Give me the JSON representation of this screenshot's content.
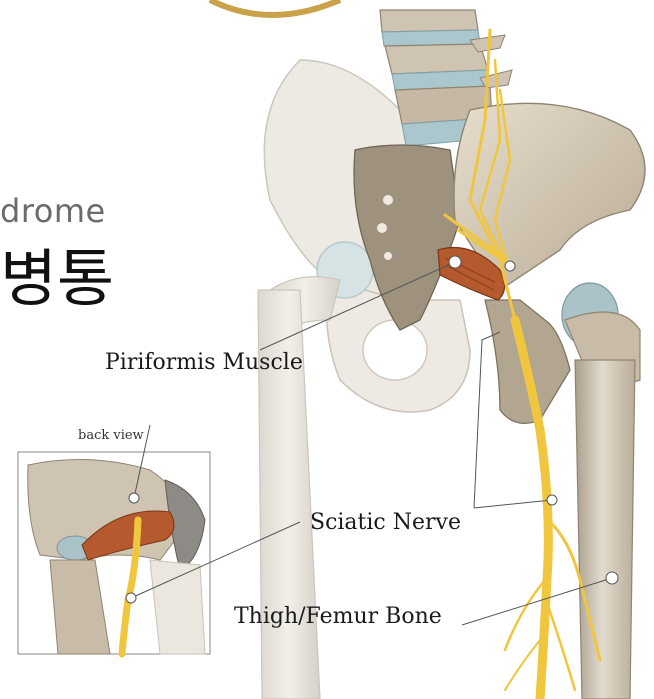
{
  "title": {
    "english_fragment": "drome",
    "korean_fragment": "병통"
  },
  "labels": {
    "piriformis": "Piriformis Muscle",
    "back_view": "back view",
    "sciatic": "Sciatic Nerve",
    "femur": "Thigh/Femur Bone"
  },
  "colors": {
    "bone": "#ddd5c7",
    "bone_shadow": "#b6aa96",
    "transparent_bone": "#ece8e0",
    "disc": "#a9c7cc",
    "nerve": "#f0c63e",
    "muscle": "#b45a2e",
    "emblem": "#c9a24a"
  }
}
